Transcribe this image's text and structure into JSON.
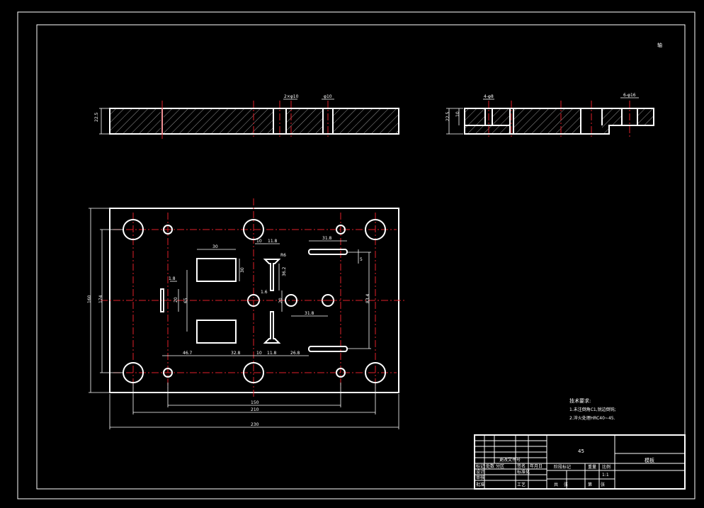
{
  "corner_mark": "轴",
  "views": {
    "front_section": {
      "labels": {
        "height": "22.5",
        "d1": "2×φ10",
        "d2": "φ10"
      }
    },
    "side_section": {
      "labels": {
        "height": "22.5",
        "inner": "10",
        "d1": "4-φ8",
        "d2": "6-φ16"
      }
    },
    "plan": {
      "labels": {
        "d_30": "30",
        "d_10a": "10",
        "d_118a": "11.8",
        "d_r": "R6",
        "d_318a": "31.8",
        "d_18a": "1.8",
        "d_20a": "20",
        "d_16": "1.6",
        "d_30b": "30",
        "d_v30": "30",
        "d_v36": "36.2",
        "d_v20": "20",
        "d_v65": "65",
        "d_v5": "5",
        "d_318b": "31.8",
        "d_834": "83.4",
        "d_467": "46.7",
        "d_328": "32.8",
        "d_10b": "10",
        "d_118b": "11.8",
        "d_268": "26.8",
        "d_150": "150",
        "d_210": "210",
        "d_230": "230",
        "d_160": "160",
        "d_174": "174"
      }
    }
  },
  "notes": {
    "title": "技术要求:",
    "items": [
      "1.未注倒角C1,锐边倒钝;",
      "2.淬火处理HRC40~45."
    ]
  },
  "title_block": {
    "material": "45",
    "name": "模板",
    "cells": {
      "c1": "标记",
      "c2": "处数",
      "c3": "分区",
      "c4": "更改文件号",
      "c5": "签名",
      "c6": "年月日",
      "c7": "设计",
      "c8": "标准化",
      "c9": "阶段标记",
      "c10": "重量",
      "c11": "比例",
      "c12": "1:1",
      "c13": "审核",
      "c14": "工艺",
      "c15": "批准",
      "c16": "共",
      "c17": "张",
      "c18": "第",
      "c19": "张"
    }
  }
}
